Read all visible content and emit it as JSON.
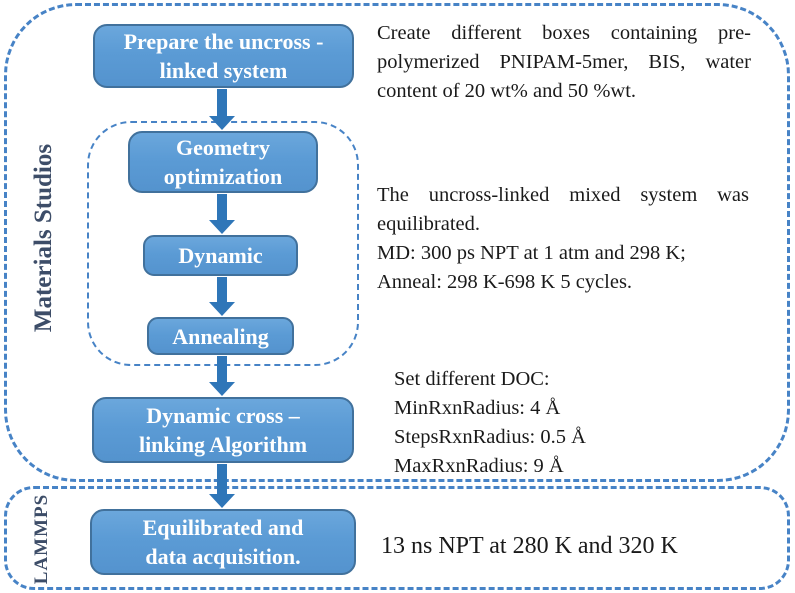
{
  "diagram": {
    "sections": {
      "materials_studio": {
        "label": "Materials Studios"
      },
      "lammps": {
        "label": "LAMMPS"
      }
    },
    "steps": [
      {
        "id": "prepare",
        "label": "Prepare the uncross -\nlinked system"
      },
      {
        "id": "geometry",
        "label": "Geometry\noptimization"
      },
      {
        "id": "dynamic",
        "label": "Dynamic"
      },
      {
        "id": "annealing",
        "label": "Annealing"
      },
      {
        "id": "crosslinking",
        "label": "Dynamic cross –\nlinking Algorithm"
      },
      {
        "id": "equilibrated",
        "label": "Equilibrated and\ndata acquisition."
      }
    ],
    "annotations": {
      "prepare": "Create different boxes containing pre-polymerized PNIPAM-5mer, BIS, water content of 20 wt% and 50 %wt.",
      "equilibration_summary": "The uncross-linked mixed system was equilibrated.",
      "equilibration_details": "MD: 300 ps NPT at 1 atm and 298 K;\nAnneal: 298 K-698 K 5 cycles.",
      "crosslinking": "Set different DOC:\nMinRxnRadius: 4 Å\nStepsRxnRadius: 0.5 Å\nMaxRxnRadius: 9 Å",
      "lammps_run": "13 ns NPT at 280 K and 320 K"
    },
    "colors": {
      "box_fill": "#5B9BD5",
      "box_border": "#41719C",
      "arrow": "#2F76B8",
      "dashed_outline": "#4783C6",
      "section_label_text": "#3D4D68",
      "annotation_text": "#1A1A1A",
      "box_label_text": "#FFFFFF"
    }
  }
}
